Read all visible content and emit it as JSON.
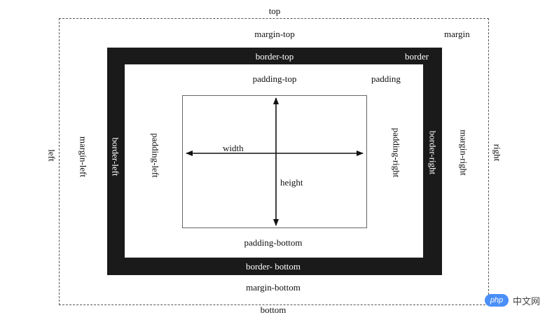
{
  "labels": {
    "top": "top",
    "bottom": "bottom",
    "left": "left",
    "right": "right",
    "margin": "margin",
    "margin_top": "margin-top",
    "margin_bottom": "margin-bottom",
    "margin_left": "margin-left",
    "margin_right": "margin-right",
    "border": "border",
    "border_top": "border-top",
    "border_bottom": "border- bottom",
    "border_left": "border-left",
    "border_right": "border-right",
    "padding": "padding",
    "padding_top": "padding-top",
    "padding_bottom": "padding-bottom",
    "padding_left": "padding-left",
    "padding_right": "padding-right",
    "width": "width",
    "height": "height"
  },
  "watermark": {
    "logo": "php",
    "text": "中文网"
  },
  "colors": {
    "border_fill": "#1a1a1a",
    "watermark_blue": "#4a8ff7"
  }
}
